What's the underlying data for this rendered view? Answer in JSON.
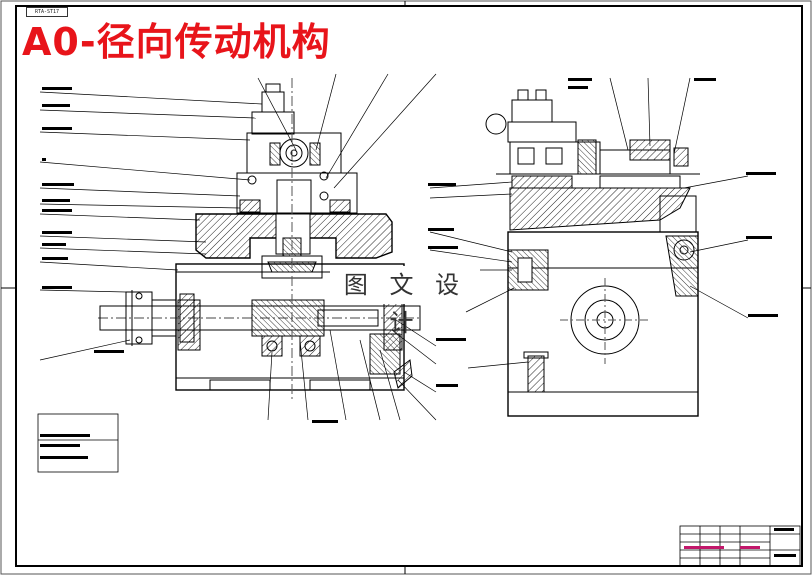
{
  "drawing": {
    "title": "A0-径向传动机构",
    "reference_code": "RTA-ST17",
    "watermark": "图 文 设 计"
  },
  "colors": {
    "title": "#e8141a",
    "line": "#000000",
    "hatch": "#333333",
    "background": "#ffffff"
  }
}
